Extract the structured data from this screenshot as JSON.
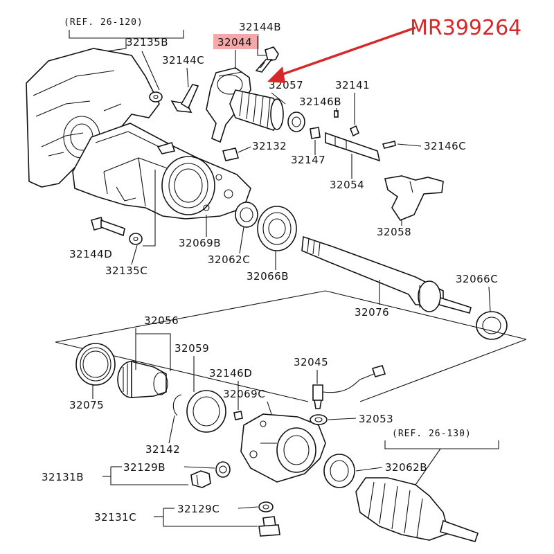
{
  "callout": {
    "text": "MR399264",
    "color": "#d62828"
  },
  "highlight": {
    "text": "32044",
    "color": "#f3a9a9"
  },
  "refs": {
    "ref1": "(REF. 26-120)",
    "ref2": "(REF. 26-130)"
  },
  "labels": {
    "p32144B": "32144B",
    "p32135B": "32135B",
    "p32144C": "32144C",
    "p32057": "32057",
    "p32141": "32141",
    "p32146B": "32146B",
    "p32132": "32132",
    "p32146C": "32146C",
    "p32147": "32147",
    "p32054": "32054",
    "p32058": "32058",
    "p32069B": "32069B",
    "p32062C": "32062C",
    "p32066B": "32066B",
    "p32144D": "32144D",
    "p32135C": "32135C",
    "p32066C": "32066C",
    "p32076": "32076",
    "p32056": "32056",
    "p32059": "32059",
    "p32075": "32075",
    "p32146D": "32146D",
    "p32045": "32045",
    "p32069C": "32069C",
    "p32053": "32053",
    "p32142": "32142",
    "p32062B": "32062B",
    "p32129B": "32129B",
    "p32131B": "32131B",
    "p32129C": "32129C",
    "p32131C": "32131C"
  }
}
